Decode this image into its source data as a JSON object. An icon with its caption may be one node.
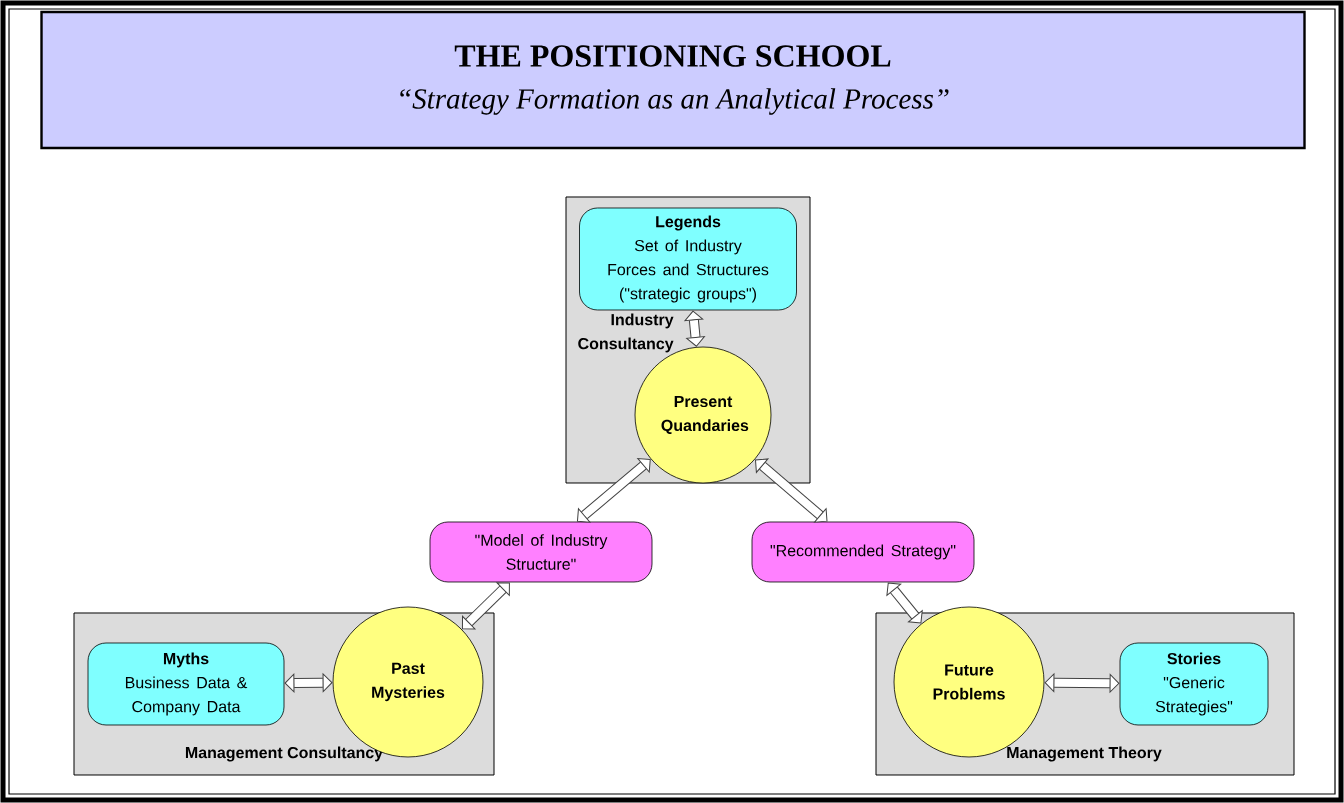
{
  "diagram": {
    "nodes": [
      {
        "text": [
          "THE  POSITIONING SCHOOL",
          "“Strategy Formation as an Analytical Process”"
        ]
      },
      {
        "text": [
          "Industry Consultancy"
        ]
      },
      {
        "text": [
          "Legends",
          "Set of Industry Forces and Structures (\"strategic groups\")"
        ],
        "in": 1
      },
      {
        "text": [
          "Present Quandaries"
        ],
        "in": 1
      },
      {
        "text": [
          "\"Model of Industry Structure\""
        ]
      },
      {
        "text": [
          "\"Recommended Strategy\""
        ]
      },
      {
        "text": [
          "Management Consultancy"
        ]
      },
      {
        "text": [
          "Myths",
          "Business Data & Company Data"
        ],
        "in": 6
      },
      {
        "text": [
          "Past Mysteries"
        ],
        "in": 6
      },
      {
        "text": [
          "Management Theory"
        ]
      },
      {
        "text": [
          "Future Problems"
        ],
        "in": 9
      },
      {
        "text": [
          "Stories",
          "\"Generic Strategies\""
        ],
        "in": 9
      }
    ],
    "edges": [
      {
        "from": 2,
        "to": 3,
        "arrow": "both"
      },
      {
        "from": 3,
        "to": 4,
        "arrow": "both"
      },
      {
        "from": 4,
        "to": 8,
        "arrow": "both"
      },
      {
        "from": 3,
        "to": 5,
        "arrow": "both"
      },
      {
        "from": 5,
        "to": 10,
        "arrow": "both"
      },
      {
        "from": 7,
        "to": 8,
        "arrow": "both"
      },
      {
        "from": 10,
        "to": 11,
        "arrow": "both"
      }
    ]
  }
}
